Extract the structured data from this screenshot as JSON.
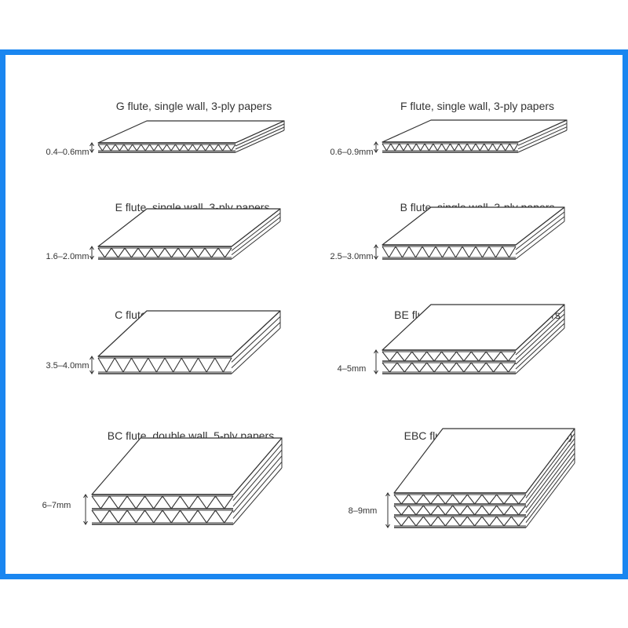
{
  "panels": [
    {
      "title": "G flute, single wall, 3-ply papers",
      "thickness": "0.4–0.6mm",
      "walls": 1,
      "flute": "G"
    },
    {
      "title": "F flute, single wall, 3-ply papers",
      "thickness": "0.6–0.9mm",
      "walls": 1,
      "flute": "F"
    },
    {
      "title": "E flute, single wall, 3-ply papers",
      "thickness": "1.6–2.0mm",
      "walls": 1,
      "flute": "E"
    },
    {
      "title": "B flute, single wall, 3-ply papers",
      "thickness": "2.5–3.0mm",
      "walls": 1,
      "flute": "B"
    },
    {
      "title": "C flute, single wall, 3-ply papers",
      "thickness": "3.5–4.0mm",
      "walls": 1,
      "flute": "C"
    },
    {
      "title": "BE flute, double wall, 5-ply papers",
      "thickness": "4–5mm",
      "walls": 2,
      "flute": "BE"
    },
    {
      "title": "BC flute, double wall, 5-ply papers",
      "thickness": "6–7mm",
      "walls": 2,
      "flute": "BC"
    },
    {
      "title": "EBC flute, triple wall, 7-ply papers)",
      "thickness": "8–9mm",
      "walls": 3,
      "flute": "EBC"
    }
  ],
  "colors": {
    "frame": "#1a86f0",
    "line": "#333333",
    "text": "#333333"
  }
}
